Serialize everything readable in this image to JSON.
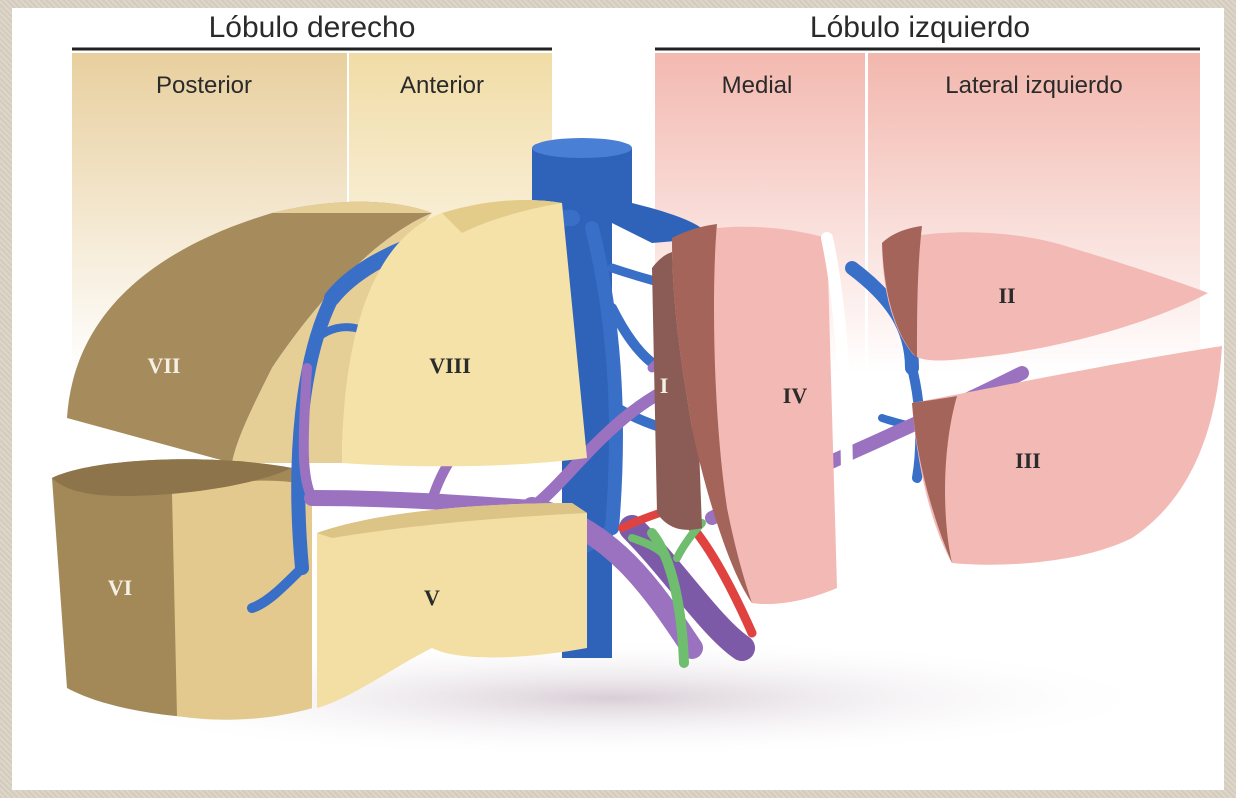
{
  "headers": {
    "right_lobe": "Lóbulo derecho",
    "left_lobe": "Lóbulo izquierdo"
  },
  "subheaders": {
    "posterior": "Posterior",
    "anterior": "Anterior",
    "medial": "Medial",
    "lateral_left": "Lateral izquierdo"
  },
  "segments": {
    "I": "I",
    "II": "II",
    "III": "III",
    "IV": "IV",
    "V": "V",
    "VI": "VI",
    "VII": "VII",
    "VIII": "VIII"
  },
  "colors": {
    "posterior_band": "#e8cf9e",
    "anterior_band": "#f1dca6",
    "medial_band": "#f3b9b0",
    "lateral_band": "#f2b7ad",
    "posterior_segment": "#b49a6b",
    "anterior_segment": "#f4e2a8",
    "left_segment": "#f3b9b5",
    "hepatic_vein": "#3a6fc7",
    "portal_vein": "#9a72c0",
    "artery": "#e0433f",
    "bile_duct": "#6fbd6f",
    "ligament": "#ffffff"
  }
}
